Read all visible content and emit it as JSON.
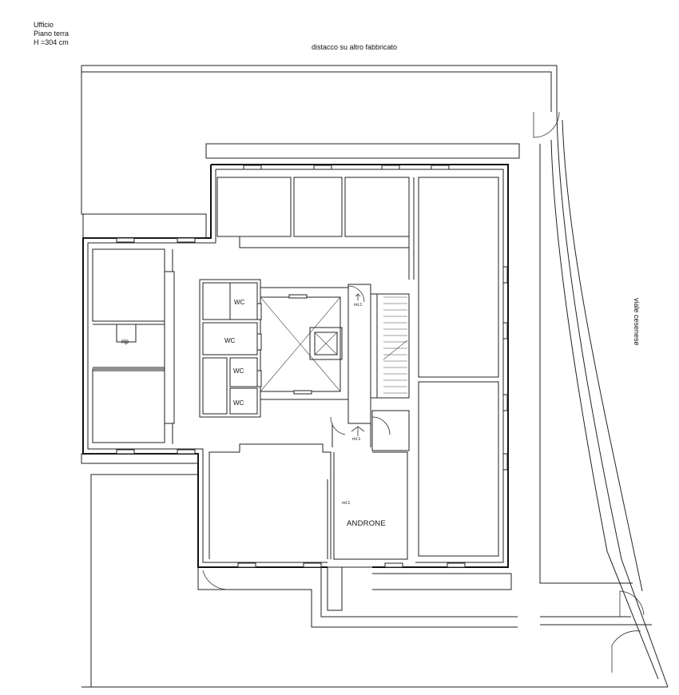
{
  "header": {
    "line1": "Ufficio",
    "line2": "Piano terra",
    "line3": "H =304 cm"
  },
  "labels": {
    "top_edge": "distacco su altro fabbricato",
    "street": "viale cesenese",
    "atrium": "ANDRONE",
    "storage": "rip",
    "wc1": "WC",
    "wc2": "WC",
    "wc3": "WC",
    "wc4": "WC",
    "level_marker_1": "ml.1",
    "level_marker_2": "ml.1",
    "level_marker_3": "ml.1"
  }
}
